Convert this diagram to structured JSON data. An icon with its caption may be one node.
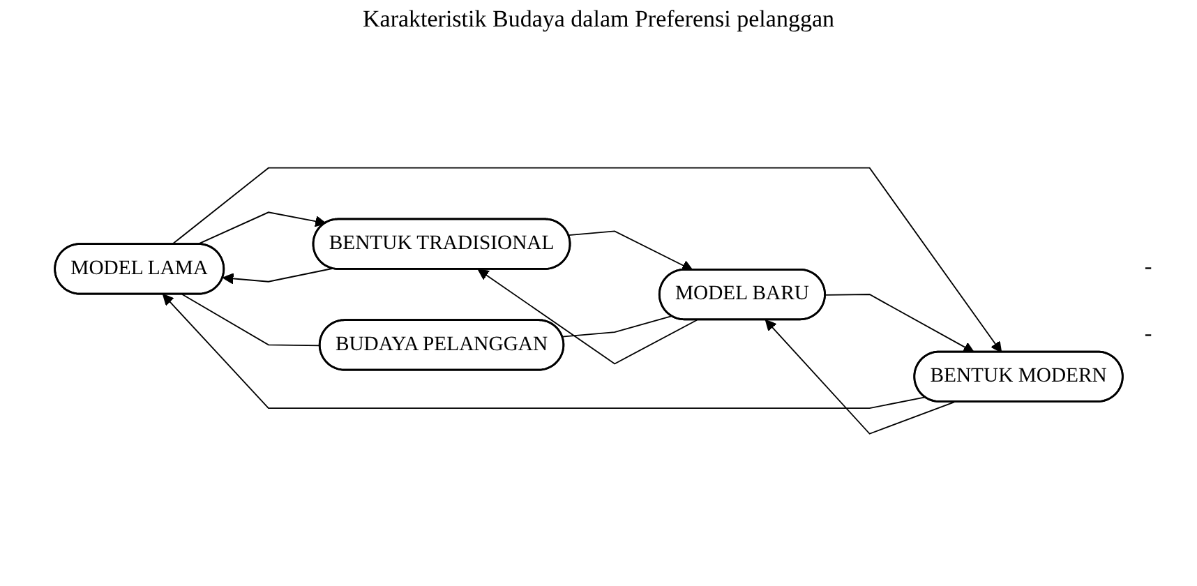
{
  "diagram": {
    "title": "Karakteristik Budaya dalam Preferensi pelanggan",
    "nodes": [
      {
        "text": [
          "MODEL LAMA"
        ]
      },
      {
        "text": [
          "BENTUK TRADISIONAL"
        ]
      },
      {
        "text": [
          "BUDAYA PELANGGAN"
        ]
      },
      {
        "text": [
          "BENTUK MODERN"
        ]
      },
      {
        "text": [
          "MODEL BARU"
        ]
      }
    ],
    "edges": [
      {
        "from": 1,
        "to": 0,
        "arrow": "to"
      },
      {
        "from": 0,
        "to": 1,
        "arrow": "to"
      },
      {
        "from": 0,
        "to": 3,
        "arrow": "to"
      },
      {
        "from": 3,
        "to": 0,
        "arrow": "to"
      },
      {
        "from": 1,
        "to": 4,
        "arrow": "to"
      },
      {
        "from": 4,
        "to": 1,
        "arrow": "to"
      },
      {
        "from": 4,
        "to": 3,
        "arrow": "to"
      },
      {
        "from": 3,
        "to": 4,
        "arrow": "to"
      },
      {
        "from": 0,
        "to": 2,
        "arrow": "none"
      },
      {
        "from": 2,
        "to": 4,
        "arrow": "none"
      }
    ],
    "labels": [
      "-",
      "-"
    ]
  }
}
